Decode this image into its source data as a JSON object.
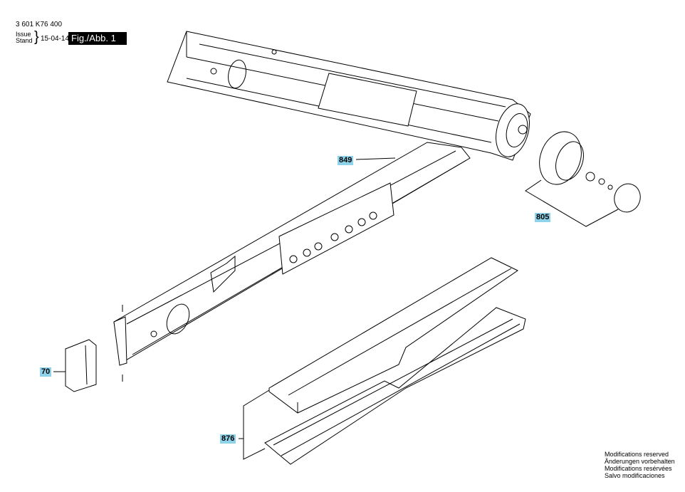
{
  "header": {
    "part_number": "3 601 K76 400",
    "issue_label": "Issue",
    "stand_label": "Stand",
    "date": "15-04-14",
    "figure_label": "Fig./Abb. 1"
  },
  "callouts": {
    "c849": "849",
    "c805": "805",
    "c70": "70",
    "c876": "876"
  },
  "notes": {
    "en": "Modifications reserved",
    "de": "Änderungen vorbehalten",
    "fr": "Modifications resérvées",
    "es": "Salvo modificaciones"
  }
}
